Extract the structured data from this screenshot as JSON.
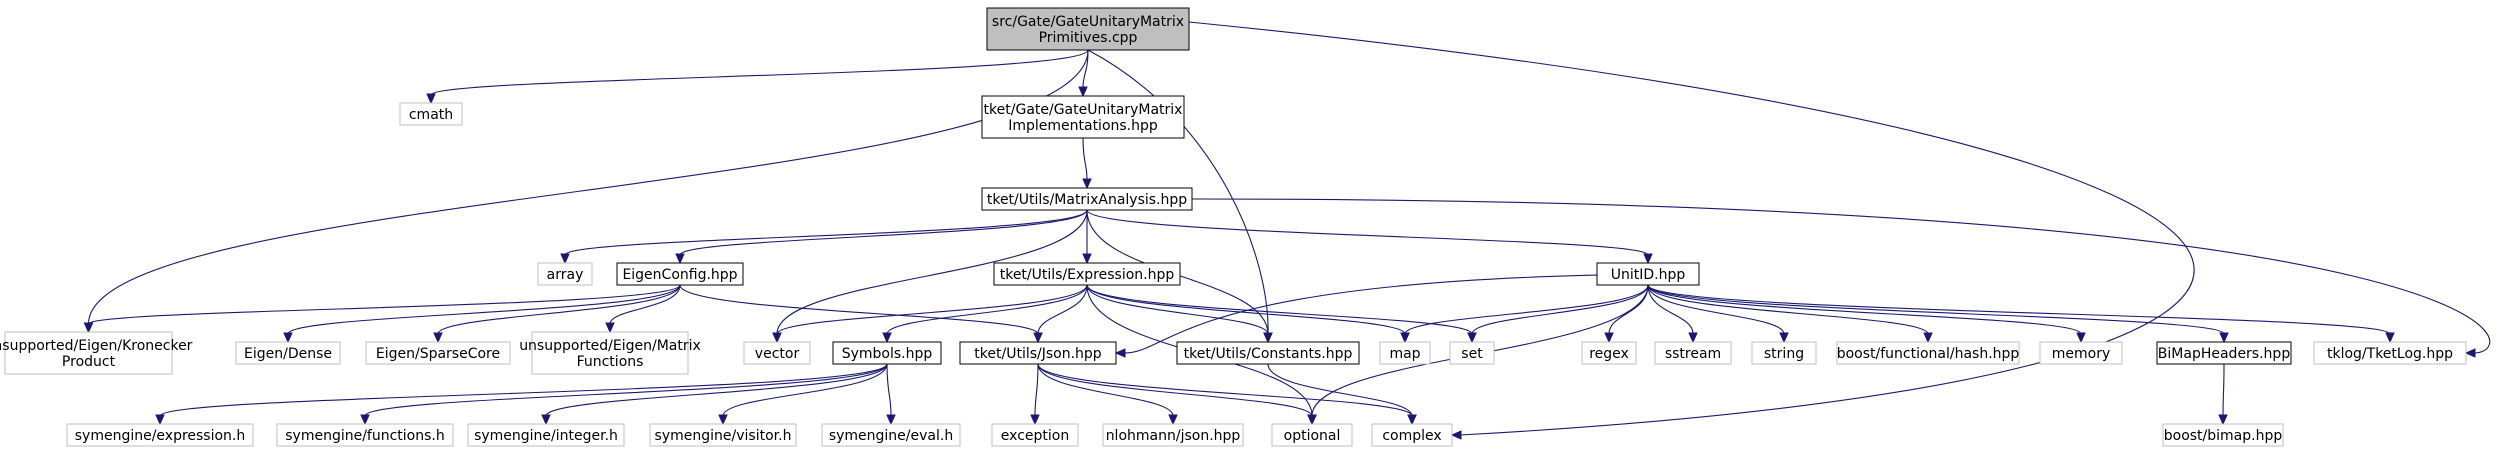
{
  "colors": {
    "edge": "#191970",
    "root_fill": "#bfbfbf",
    "root_stroke": "#000000",
    "header_stroke": "#000000",
    "external_stroke": "#bfbfbf",
    "background": "#ffffff"
  },
  "nodes": [
    {
      "id": "root",
      "kind": "root",
      "lines": [
        "src/Gate/GateUnitaryMatrix",
        "Primitives.cpp"
      ]
    },
    {
      "id": "cmath",
      "kind": "external",
      "lines": [
        "cmath"
      ]
    },
    {
      "id": "gumi",
      "kind": "header",
      "lines": [
        "tket/Gate/GateUnitaryMatrix",
        "Implementations.hpp"
      ]
    },
    {
      "id": "matrixanalysis",
      "kind": "header",
      "lines": [
        "tket/Utils/MatrixAnalysis.hpp"
      ]
    },
    {
      "id": "array",
      "kind": "external",
      "lines": [
        "array"
      ]
    },
    {
      "id": "eigenconfig",
      "kind": "header",
      "lines": [
        "EigenConfig.hpp"
      ]
    },
    {
      "id": "expression",
      "kind": "header",
      "lines": [
        "tket/Utils/Expression.hpp"
      ]
    },
    {
      "id": "unitid",
      "kind": "header",
      "lines": [
        "UnitID.hpp"
      ]
    },
    {
      "id": "kronecker",
      "kind": "external",
      "lines": [
        "unsupported/Eigen/Kronecker",
        "Product"
      ]
    },
    {
      "id": "eigendense",
      "kind": "external",
      "lines": [
        "Eigen/Dense"
      ]
    },
    {
      "id": "sparsecore",
      "kind": "external",
      "lines": [
        "Eigen/SparseCore"
      ]
    },
    {
      "id": "matrixfunctions",
      "kind": "external",
      "lines": [
        "unsupported/Eigen/Matrix",
        "Functions"
      ]
    },
    {
      "id": "vector",
      "kind": "external",
      "lines": [
        "vector"
      ]
    },
    {
      "id": "symbols",
      "kind": "header",
      "lines": [
        "Symbols.hpp"
      ]
    },
    {
      "id": "json",
      "kind": "header",
      "lines": [
        "tket/Utils/Json.hpp"
      ]
    },
    {
      "id": "constants",
      "kind": "header",
      "lines": [
        "tket/Utils/Constants.hpp"
      ]
    },
    {
      "id": "map",
      "kind": "external",
      "lines": [
        "map"
      ]
    },
    {
      "id": "set",
      "kind": "external",
      "lines": [
        "set"
      ]
    },
    {
      "id": "regex",
      "kind": "external",
      "lines": [
        "regex"
      ]
    },
    {
      "id": "sstream",
      "kind": "external",
      "lines": [
        "sstream"
      ]
    },
    {
      "id": "string",
      "kind": "external",
      "lines": [
        "string"
      ]
    },
    {
      "id": "boosthash",
      "kind": "external",
      "lines": [
        "boost/functional/hash.hpp"
      ]
    },
    {
      "id": "memory",
      "kind": "external",
      "lines": [
        "memory"
      ]
    },
    {
      "id": "bimapheaders",
      "kind": "header",
      "lines": [
        "BiMapHeaders.hpp"
      ]
    },
    {
      "id": "tketlog",
      "kind": "external",
      "lines": [
        "tklog/TketLog.hpp"
      ]
    },
    {
      "id": "symexpr",
      "kind": "external",
      "lines": [
        "symengine/expression.h"
      ]
    },
    {
      "id": "symfunc",
      "kind": "external",
      "lines": [
        "symengine/functions.h"
      ]
    },
    {
      "id": "syminteger",
      "kind": "external",
      "lines": [
        "symengine/integer.h"
      ]
    },
    {
      "id": "symvisitor",
      "kind": "external",
      "lines": [
        "symengine/visitor.h"
      ]
    },
    {
      "id": "symeval",
      "kind": "external",
      "lines": [
        "symengine/eval.h"
      ]
    },
    {
      "id": "exception",
      "kind": "external",
      "lines": [
        "exception"
      ]
    },
    {
      "id": "nlohmann",
      "kind": "external",
      "lines": [
        "nlohmann/json.hpp"
      ]
    },
    {
      "id": "optional",
      "kind": "external",
      "lines": [
        "optional"
      ]
    },
    {
      "id": "complex",
      "kind": "external",
      "lines": [
        "complex"
      ]
    },
    {
      "id": "boostbimap",
      "kind": "external",
      "lines": [
        "boost/bimap.hpp"
      ]
    }
  ],
  "edges": [
    [
      "root",
      "cmath"
    ],
    [
      "root",
      "gumi"
    ],
    [
      "root",
      "kronecker"
    ],
    [
      "root",
      "constants"
    ],
    [
      "root",
      "complex"
    ],
    [
      "gumi",
      "matrixanalysis"
    ],
    [
      "matrixanalysis",
      "array"
    ],
    [
      "matrixanalysis",
      "eigenconfig"
    ],
    [
      "matrixanalysis",
      "expression"
    ],
    [
      "matrixanalysis",
      "unitid"
    ],
    [
      "matrixanalysis",
      "vector"
    ],
    [
      "matrixanalysis",
      "constants"
    ],
    [
      "matrixanalysis",
      "tketlog"
    ],
    [
      "eigenconfig",
      "kronecker"
    ],
    [
      "eigenconfig",
      "eigendense"
    ],
    [
      "eigenconfig",
      "sparsecore"
    ],
    [
      "eigenconfig",
      "matrixfunctions"
    ],
    [
      "eigenconfig",
      "json"
    ],
    [
      "expression",
      "vector"
    ],
    [
      "expression",
      "symbols"
    ],
    [
      "expression",
      "json"
    ],
    [
      "expression",
      "constants"
    ],
    [
      "expression",
      "map"
    ],
    [
      "expression",
      "set"
    ],
    [
      "expression",
      "optional"
    ],
    [
      "unitid",
      "json"
    ],
    [
      "unitid",
      "map"
    ],
    [
      "unitid",
      "set"
    ],
    [
      "unitid",
      "regex"
    ],
    [
      "unitid",
      "sstream"
    ],
    [
      "unitid",
      "string"
    ],
    [
      "unitid",
      "boosthash"
    ],
    [
      "unitid",
      "memory"
    ],
    [
      "unitid",
      "bimapheaders"
    ],
    [
      "unitid",
      "tketlog"
    ],
    [
      "unitid",
      "optional"
    ],
    [
      "symbols",
      "symexpr"
    ],
    [
      "symbols",
      "symfunc"
    ],
    [
      "symbols",
      "syminteger"
    ],
    [
      "symbols",
      "symvisitor"
    ],
    [
      "symbols",
      "symeval"
    ],
    [
      "json",
      "exception"
    ],
    [
      "json",
      "nlohmann"
    ],
    [
      "json",
      "optional"
    ],
    [
      "json",
      "complex"
    ],
    [
      "constants",
      "complex"
    ],
    [
      "bimapheaders",
      "boostbimap"
    ]
  ]
}
